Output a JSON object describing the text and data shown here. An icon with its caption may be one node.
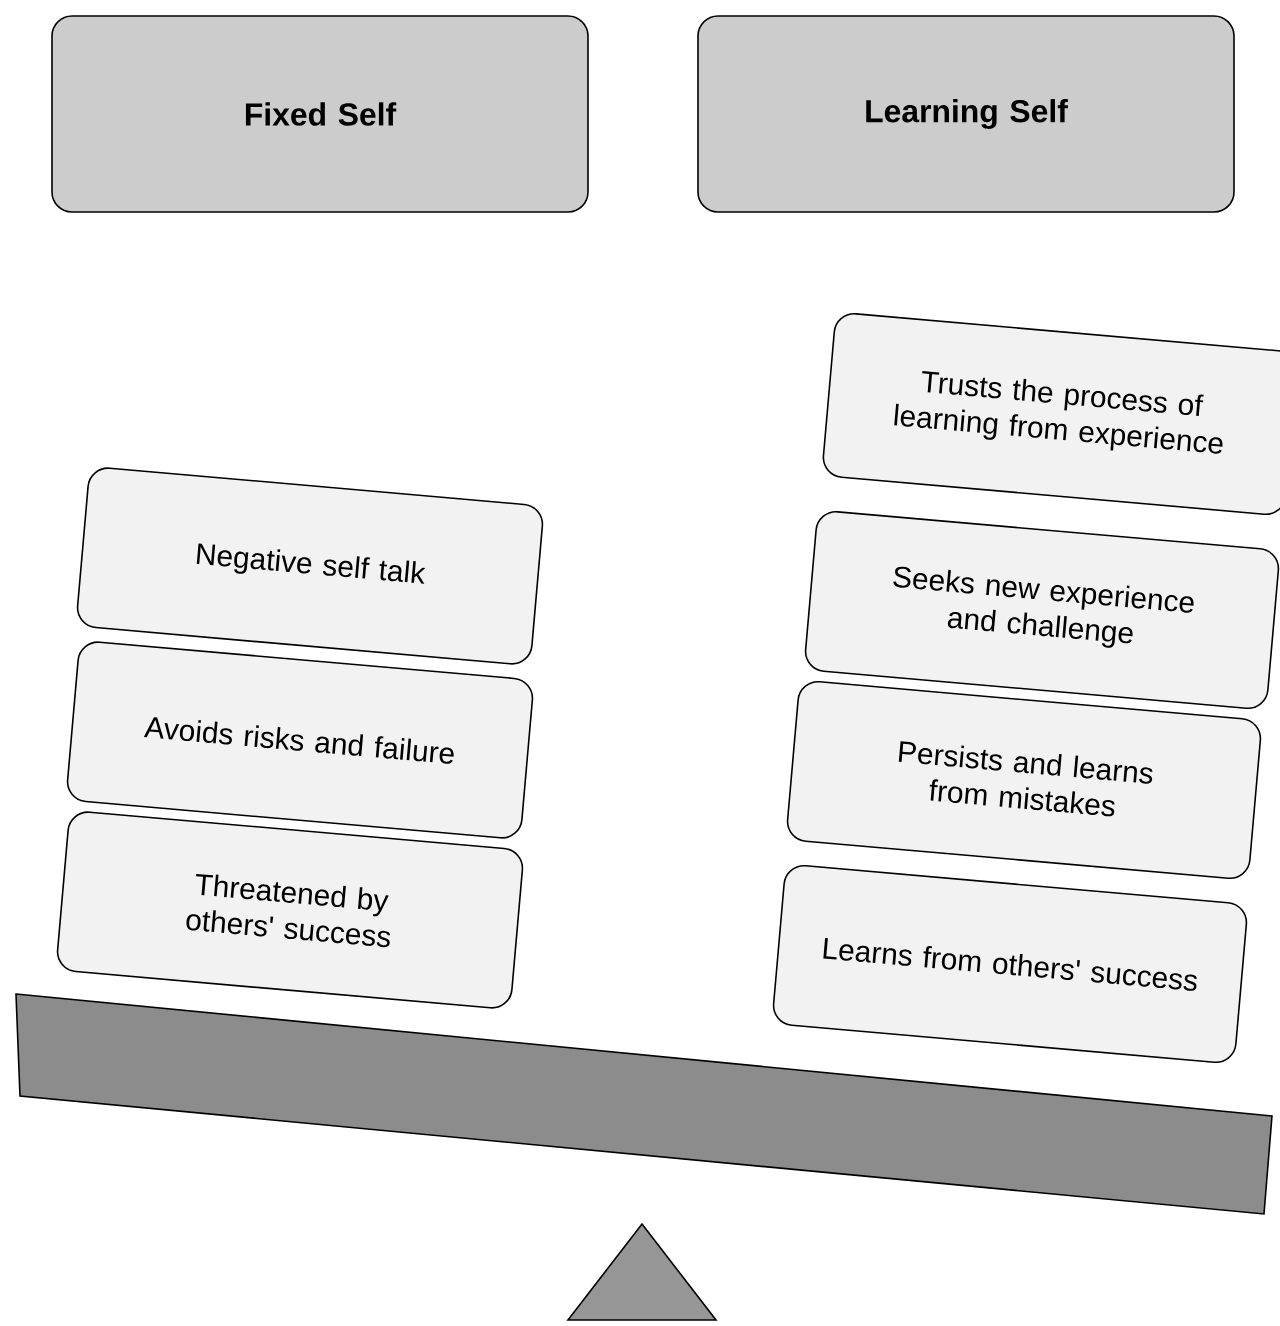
{
  "diagram": {
    "nodes": [
      {
        "text": [
          "Fixed Self"
        ]
      },
      {
        "text": [
          "Learning Self"
        ]
      },
      {
        "text": [
          "Negative self talk"
        ]
      },
      {
        "text": [
          "Avoids risks and failure"
        ]
      },
      {
        "text": [
          "Threatened by others' success"
        ]
      },
      {
        "text": [
          "Trusts the process of learning from experience"
        ]
      },
      {
        "text": [
          "Seeks new experience and challenge"
        ]
      },
      {
        "text": [
          "Persists and learns from mistakes"
        ]
      },
      {
        "text": [
          "Learns from others' success"
        ]
      }
    ]
  }
}
